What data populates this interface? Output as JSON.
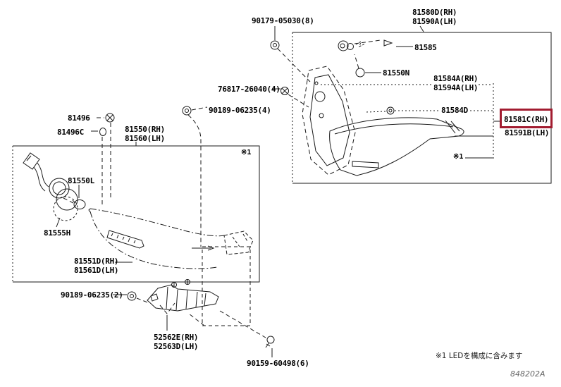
{
  "labels": {
    "nut90179": "90179-05030(8)",
    "assy_rh": "81580D(RH)",
    "assy_lh": "81590A(LH)",
    "bulb81585": "81585",
    "grommet81550N": "81550N",
    "screw76817": "76817-26040(4)",
    "clip90189_4": "90189-06235(4)",
    "screw81496": "81496",
    "grommet81496C": "81496C",
    "body_rh": "81550(RH)",
    "body_lh": "81560(LH)",
    "packing_rh": "81584A(RH)",
    "packing_lh": "81594A(LH)",
    "cord81584D": "81584D",
    "lens_rh": "81581C(RH)",
    "lens_lh": "81591B(LH)",
    "grommet81550L": "81550L",
    "socket81555H": "81555H",
    "body_lower_rh": "81551D(RH)",
    "body_lower_lh": "81561D(LH)",
    "clip90189_2": "90189-06235(2)",
    "bracket_rh": "52562E(RH)",
    "bracket_lh": "52563D(LH)",
    "screw90159": "90159-60498(6)",
    "ref_marker": "※1",
    "footnote": "※1 LEDを構成に含みます",
    "fig_code": "848202A"
  },
  "colors": {
    "highlight_box": "#A21C30",
    "line": "#1a1a1a"
  }
}
